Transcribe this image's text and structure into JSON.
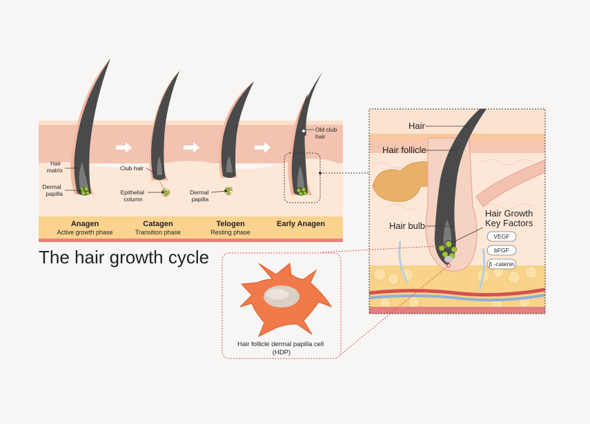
{
  "title": "The hair growth cycle",
  "phases": [
    {
      "name": "Anagen",
      "sub": "Active growth phase"
    },
    {
      "name": "Catagen",
      "sub": "Transition phase"
    },
    {
      "name": "Telogen",
      "sub": "Resting phase"
    },
    {
      "name": "Early Anagen",
      "sub": ""
    }
  ],
  "cycle_labels": {
    "hair_matrix": [
      "Hair",
      "matrix"
    ],
    "dermal_papilla_1": [
      "Dermal",
      "papilla"
    ],
    "club_hair": "Club hair",
    "epithelial_column": [
      "Epithelial",
      "column"
    ],
    "dermal_papilla_2": [
      "Dermal",
      "papilla"
    ],
    "old_club_hair": [
      "Old club",
      "hair"
    ]
  },
  "detail_labels": {
    "hair": "Hair",
    "hair_follicle": "Hair follicle",
    "hair_bulb": "Hair bulb",
    "key_factors_title": [
      "Hair Growth",
      "Key Factors"
    ],
    "factors": [
      "VEGF",
      "bFGF",
      "β -catenin"
    ]
  },
  "cell": {
    "caption": [
      "Hair follicle dermal papilla cell",
      "(HDP)"
    ]
  },
  "colors": {
    "hair": "#4a4a4a",
    "skin_epidermis": "#f2c3b0",
    "skin_dermis": "#fde8d8",
    "phase_bar": "#fbd38e",
    "accent_red": "#d65050",
    "papilla_green": "#9bc43a",
    "cell_orange": "#f07a4a"
  }
}
